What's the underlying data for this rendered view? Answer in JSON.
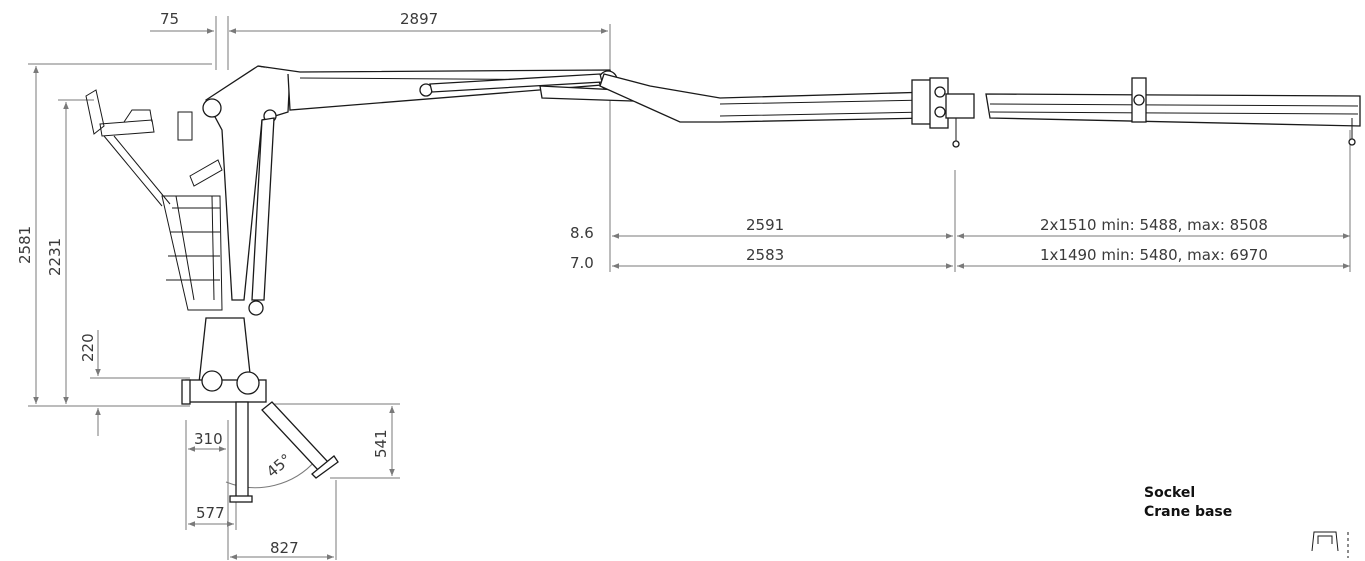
{
  "dimensions": {
    "d75": "75",
    "d2897": "2897",
    "d2581": "2581",
    "d2231": "2231",
    "d220": "220",
    "d310": "310",
    "d577": "577",
    "d827": "827",
    "d541": "541",
    "angle": "45°"
  },
  "reach_table": {
    "rows": [
      {
        "load": "8.6",
        "reach": "2591",
        "extension": "2x1510 min: 5488, max: 8508"
      },
      {
        "load": "7.0",
        "reach": "2583",
        "extension": "1x1490 min: 5480, max: 6970"
      }
    ]
  },
  "base_label": {
    "line1": "Sockel",
    "line2": "Crane base"
  }
}
